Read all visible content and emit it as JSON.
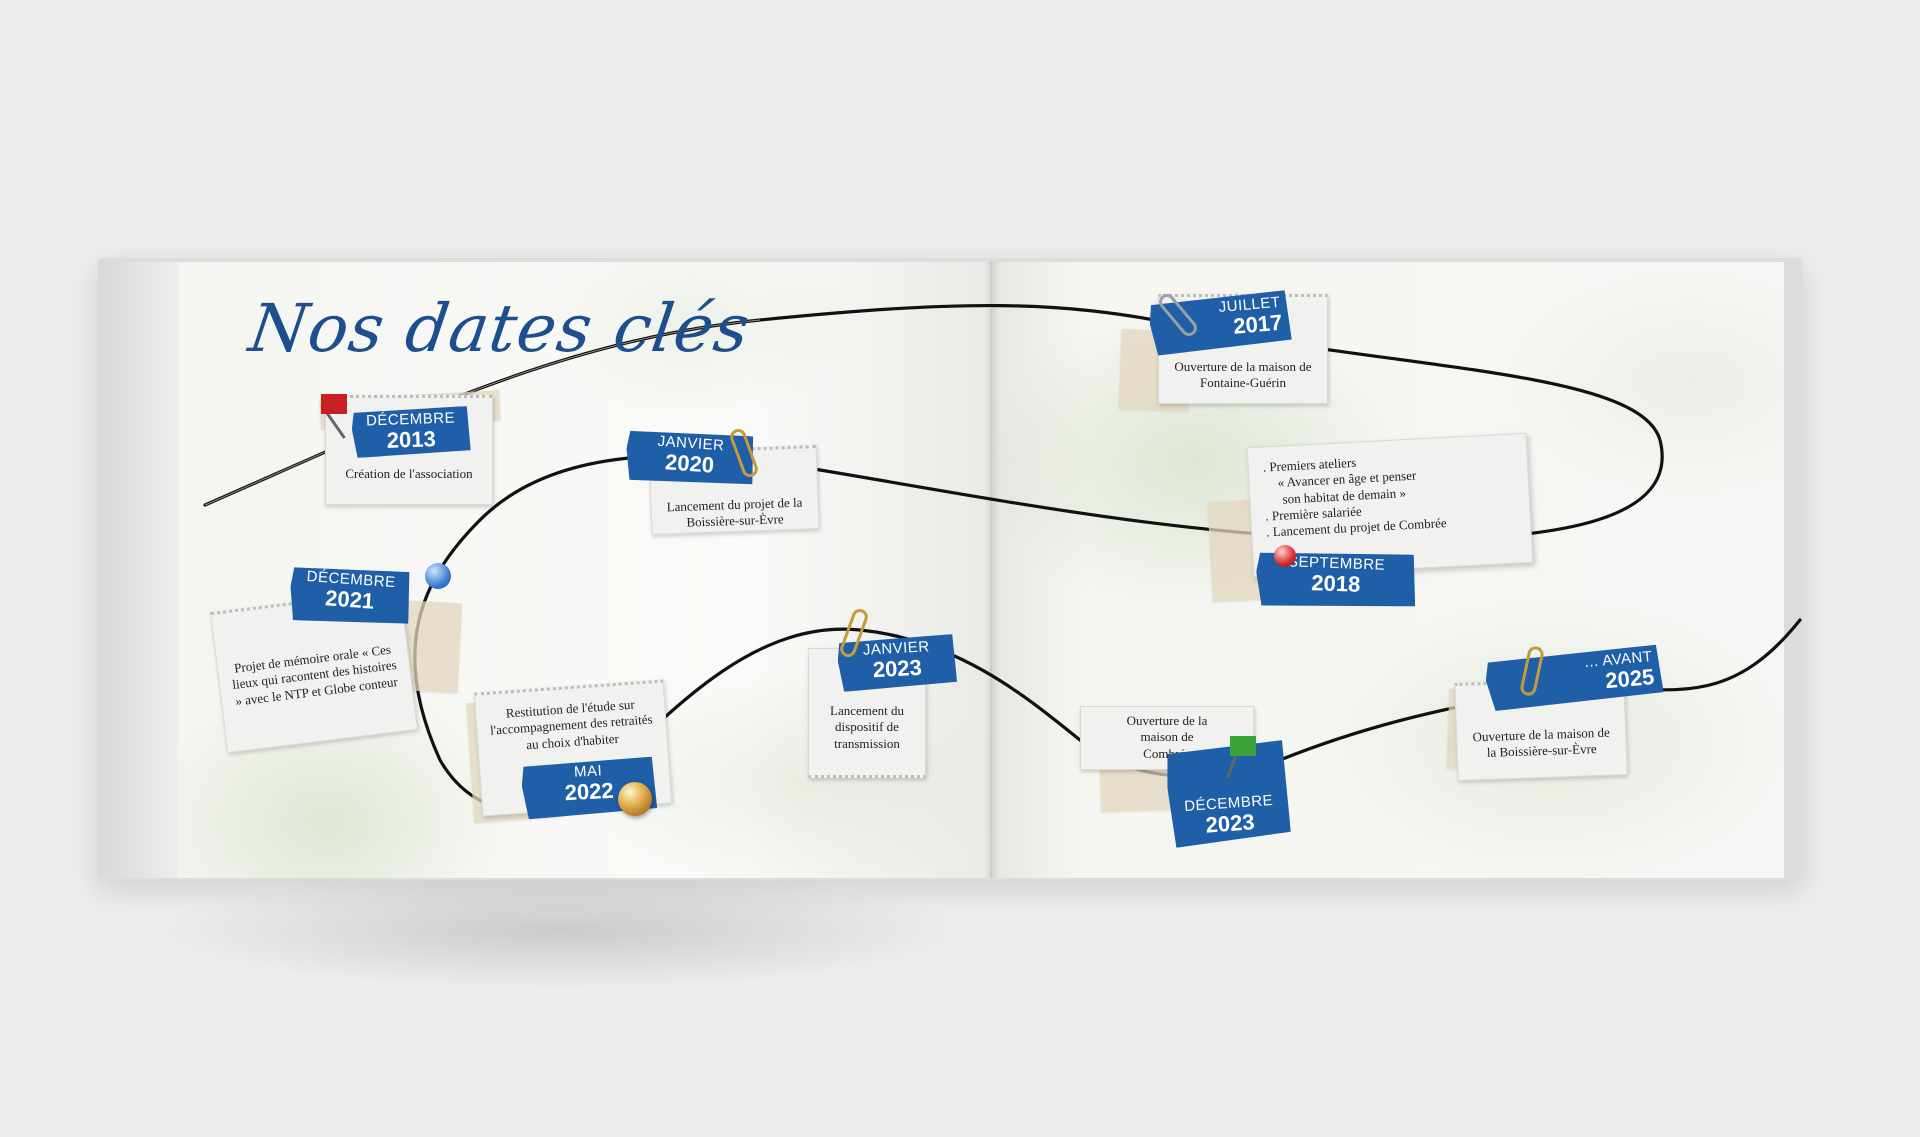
{
  "title": "Nos dates clés",
  "events": [
    {
      "month": "DÉCEMBRE",
      "year": "2013",
      "text": "Création de l'association"
    },
    {
      "month": "JANVIER",
      "year": "2020",
      "text": "Lancement du projet de la Boissière-sur-Èvre"
    },
    {
      "month": "DÉCEMBRE",
      "year": "2021",
      "text": "Projet de mémoire orale « Ces lieux qui racontent des histoires » avec le NTP et Globe conteur"
    },
    {
      "month": "MAI",
      "year": "2022",
      "text": "Restitution de l'étude sur l'accompagnement des retraités au choix d'habiter"
    },
    {
      "month": "JANVIER",
      "year": "2023",
      "text": "Lancement du dispositif de transmission"
    },
    {
      "month": "JUILLET",
      "year": "2017",
      "text": "Ouverture de la maison de Fontaine-Guérin"
    },
    {
      "month": "SEPTEMBRE",
      "year": "2018",
      "lines": [
        ". Premiers ateliers",
        "« Avancer en âge et penser",
        "son habitat de demain »",
        ". Première salariée",
        ". Lancement du projet de Combrée"
      ]
    },
    {
      "month": "DÉCEMBRE",
      "year": "2023",
      "text": "Ouverture de la maison de Combrée"
    },
    {
      "month": "... AVANT",
      "year": "2025",
      "text": "Ouverture de la maison de la Boissière-sur-Èvre"
    }
  ],
  "colors": {
    "accent": "#1f5fa8",
    "title": "#1d4f8e",
    "line": "#111111"
  },
  "icons": [
    "red-flag-icon",
    "paperclip-icon",
    "blue-pushpin-icon",
    "gold-orb-icon",
    "red-pushpin-icon",
    "green-flag-icon"
  ]
}
